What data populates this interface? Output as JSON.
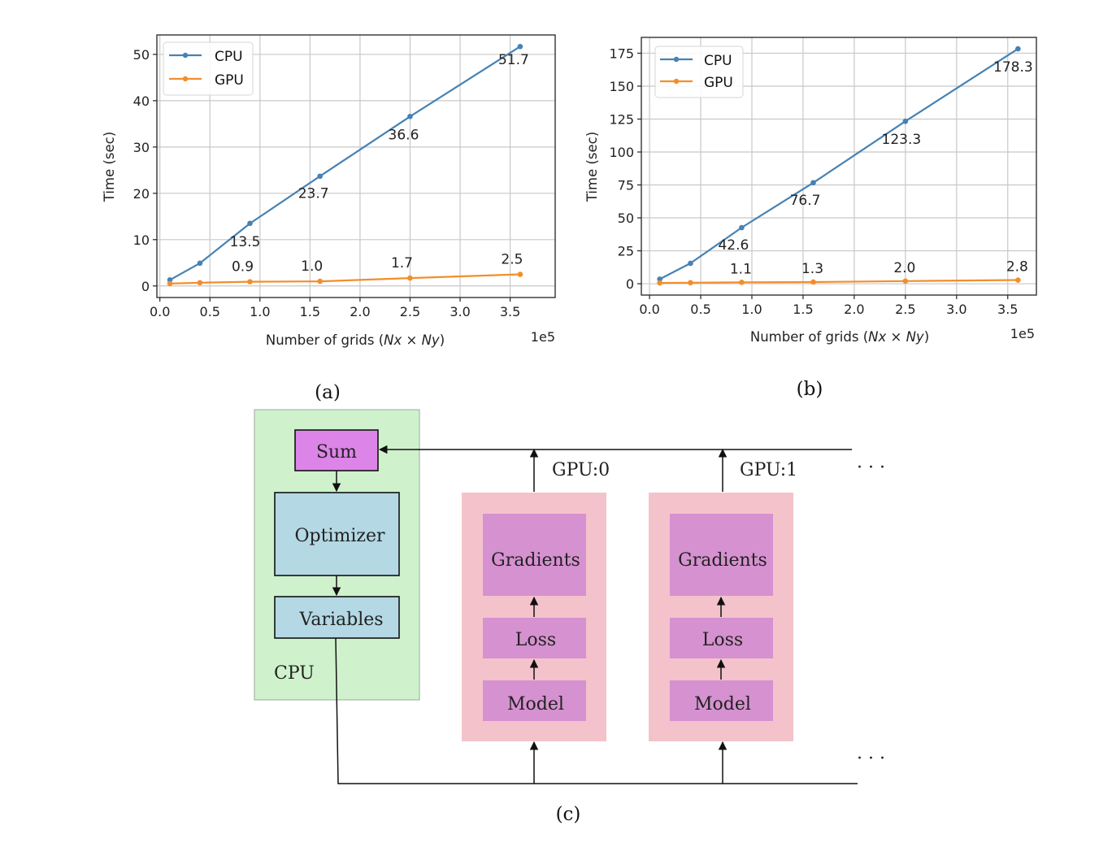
{
  "chart_data": [
    {
      "type": "line",
      "caption": "(a)",
      "x": [
        10000,
        40000,
        90000,
        160000,
        250000,
        360000
      ],
      "xlabel_prefix": "Number of grids (",
      "xlabel_math": "Nx × Ny",
      "xlabel_suffix": ")",
      "x_multiplier": "1e5",
      "ylabel": "Time (sec)",
      "xlim": [
        -0.03,
        3.95
      ],
      "ylim": [
        -2.5,
        54.2
      ],
      "xticks": [
        0.0,
        0.5,
        1.0,
        1.5,
        2.0,
        2.5,
        3.0,
        3.5
      ],
      "xtick_labels": [
        "0.0",
        "0.5",
        "1.0",
        "1.5",
        "2.0",
        "2.5",
        "3.0",
        "3.5"
      ],
      "yticks": [
        0,
        10,
        20,
        30,
        40,
        50
      ],
      "ytick_labels": [
        "0",
        "10",
        "20",
        "30",
        "40",
        "50"
      ],
      "legend": "top-left",
      "grid": true,
      "series": [
        {
          "name": "CPU",
          "color": "#4682b4",
          "values": [
            1.3,
            4.9,
            13.5,
            23.7,
            36.6,
            51.7
          ],
          "labels": [
            "",
            "",
            "13.5",
            "23.7",
            "36.6",
            "51.7"
          ]
        },
        {
          "name": "GPU",
          "color": "#f28e2b",
          "values": [
            0.5,
            0.7,
            0.9,
            1.0,
            1.7,
            2.5
          ],
          "labels": [
            "",
            "",
            "0.9",
            "1.0",
            "1.7",
            "2.5"
          ]
        }
      ]
    },
    {
      "type": "line",
      "caption": "(b)",
      "x": [
        10000,
        40000,
        90000,
        160000,
        250000,
        360000
      ],
      "xlabel_prefix": "Number of grids (",
      "xlabel_math": "Nx × Ny",
      "xlabel_suffix": ")",
      "x_multiplier": "1e5",
      "ylabel": "Time (sec)",
      "xlim": [
        -0.08,
        3.78
      ],
      "ylim": [
        -8.6,
        187.0
      ],
      "xticks": [
        0.0,
        0.5,
        1.0,
        1.5,
        2.0,
        2.5,
        3.0,
        3.5
      ],
      "xtick_labels": [
        "0.0",
        "0.5",
        "1.0",
        "1.5",
        "2.0",
        "2.5",
        "3.0",
        "3.5"
      ],
      "yticks": [
        0,
        25,
        50,
        75,
        100,
        125,
        150,
        175
      ],
      "ytick_labels": [
        "0",
        "25",
        "50",
        "75",
        "100",
        "125",
        "150",
        "175"
      ],
      "legend": "top-left",
      "grid": true,
      "series": [
        {
          "name": "CPU",
          "color": "#4682b4",
          "values": [
            3.5,
            15.5,
            42.6,
            76.7,
            123.3,
            178.3
          ],
          "labels": [
            "",
            "",
            "42.6",
            "76.7",
            "123.3",
            "178.3"
          ]
        },
        {
          "name": "GPU",
          "color": "#f28e2b",
          "values": [
            0.6,
            0.8,
            1.1,
            1.3,
            2.0,
            2.8
          ],
          "labels": [
            "",
            "",
            "1.1",
            "1.3",
            "2.0",
            "2.8"
          ]
        }
      ]
    }
  ],
  "diagram": {
    "caption": "(c)",
    "cpu": {
      "label": "CPU",
      "sum": "Sum",
      "optimizer": "Optimizer",
      "variables": "Variables",
      "color": "#cff2cc",
      "sum_color": "#dd84e8",
      "block_color": "#b4d8e4"
    },
    "gpus": [
      {
        "label": "GPU:0",
        "gradients": "Gradients",
        "loss": "Loss",
        "model": "Model"
      },
      {
        "label": "GPU:1",
        "gradients": "Gradients",
        "loss": "Loss",
        "model": "Model"
      }
    ],
    "gpu_colors": {
      "outer": "#f4c2cb",
      "inner": "#d691d0"
    },
    "ellipsis": "· · ·"
  }
}
